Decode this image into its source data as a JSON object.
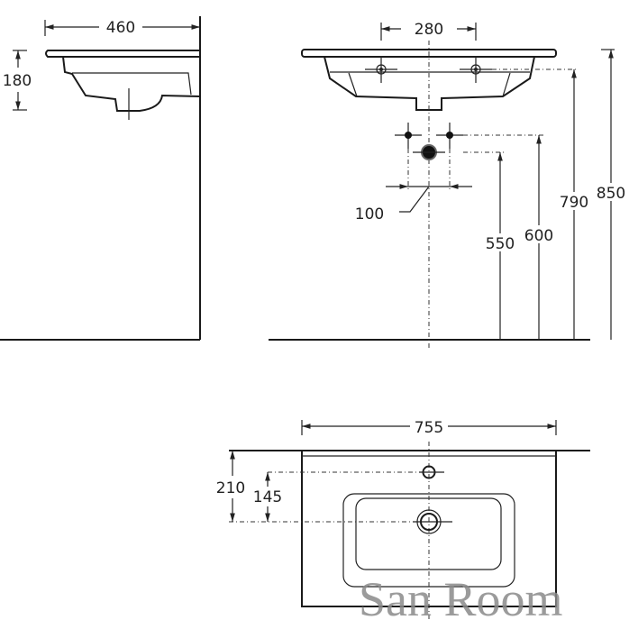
{
  "side_view": {
    "width_label": "460",
    "height_label": "180"
  },
  "front_view": {
    "tap_spacing_label": "280",
    "supply_spacing_label": "100",
    "waste_height_label": "550",
    "supply_height_label": "600",
    "tap_height_label": "790",
    "top_height_label": "850"
  },
  "top_view": {
    "width_label": "755",
    "depth_label": "210",
    "tap_to_drain_label": "145"
  },
  "watermark": "San Room"
}
